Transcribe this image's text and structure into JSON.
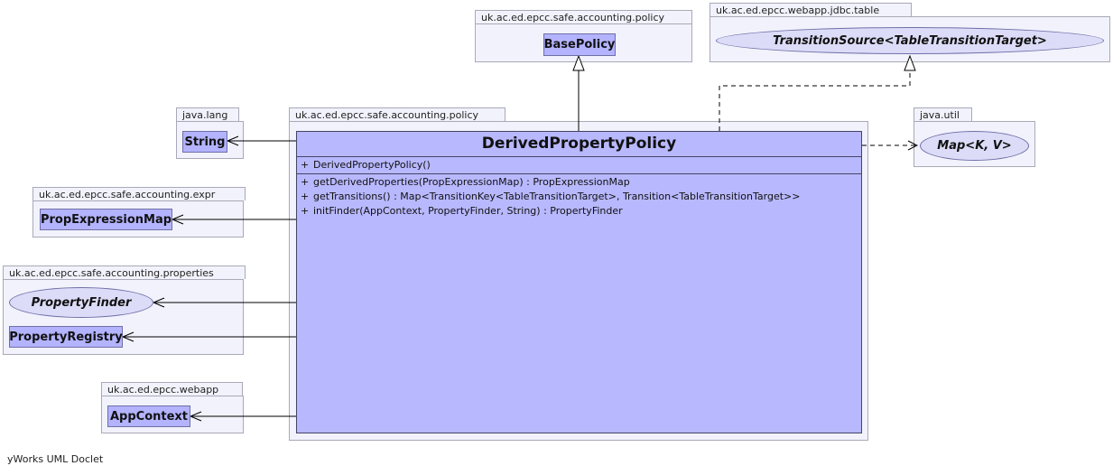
{
  "packages": {
    "policy_top": "uk.ac.ed.epcc.safe.accounting.policy",
    "jdbc_table": "uk.ac.ed.epcc.webapp.jdbc.table",
    "java_lang": "java.lang",
    "policy_main": "uk.ac.ed.epcc.safe.accounting.policy",
    "java_util": "java.util",
    "expr": "uk.ac.ed.epcc.safe.accounting.expr",
    "properties": "uk.ac.ed.epcc.safe.accounting.properties",
    "webapp": "uk.ac.ed.epcc.webapp"
  },
  "types": {
    "base_policy": "BasePolicy",
    "transition_source": "TransitionSource<TableTransitionTarget>",
    "string": "String",
    "map": "Map<K, V>",
    "prop_expression_map": "PropExpressionMap",
    "property_finder": "PropertyFinder",
    "property_registry": "PropertyRegistry",
    "app_context": "AppContext"
  },
  "main_class": {
    "name": "DerivedPropertyPolicy",
    "constructors": [
      {
        "vis": "+",
        "sig": "DerivedPropertyPolicy()"
      }
    ],
    "methods": [
      {
        "vis": "+",
        "sig": "getDerivedProperties(PropExpressionMap) : PropExpressionMap"
      },
      {
        "vis": "+",
        "sig": "getTransitions() : Map<TransitionKey<TableTransitionTarget>, Transition<TableTransitionTarget>>"
      },
      {
        "vis": "+",
        "sig": "initFinder(AppContext, PropertyFinder, String) : PropertyFinder"
      }
    ]
  },
  "footer": "yWorks UML Doclet",
  "colors": {
    "class_fill": "#b3b3ff",
    "main_class_fill": "#b8b8ff",
    "interface_fill": "#dcdcf8",
    "package_fill": "#f2f2fc",
    "edge": "#000000"
  }
}
